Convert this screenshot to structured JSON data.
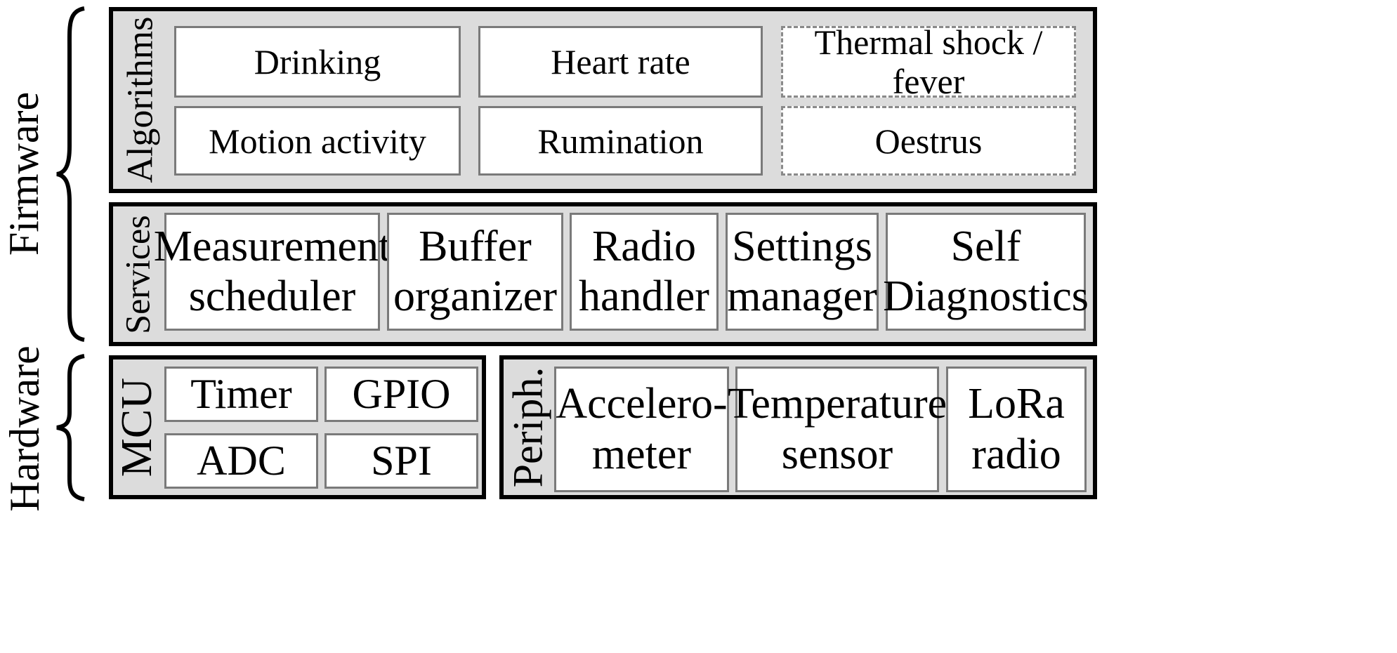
{
  "layers": {
    "firmware": "Firmware",
    "hardware": "Hardware"
  },
  "algorithms": {
    "label": "Algorithms",
    "items": [
      {
        "label": "Drinking",
        "style": "solid"
      },
      {
        "label": "Heart rate",
        "style": "solid"
      },
      {
        "label": "Thermal shock / fever",
        "style": "dashed"
      },
      {
        "label": "Motion activity",
        "style": "solid"
      },
      {
        "label": "Rumination",
        "style": "solid"
      },
      {
        "label": "Oestrus",
        "style": "dashed"
      }
    ]
  },
  "services": {
    "label": "Services",
    "items": [
      {
        "line1": "Measurement",
        "line2": "scheduler"
      },
      {
        "line1": "Buffer",
        "line2": "organizer"
      },
      {
        "line1": "Radio",
        "line2": "handler"
      },
      {
        "line1": "Settings",
        "line2": "manager"
      },
      {
        "line1": "Self",
        "line2": "Diagnostics"
      }
    ]
  },
  "mcu": {
    "label": "MCU",
    "items": [
      "Timer",
      "GPIO",
      "ADC",
      "SPI"
    ]
  },
  "peripherals": {
    "label": "Periph.",
    "items": [
      {
        "line1": "Accelero-",
        "line2": "meter"
      },
      {
        "line1": "Temperature",
        "line2": "sensor"
      },
      {
        "line1": "LoRa",
        "line2": "radio"
      }
    ]
  },
  "colors": {
    "panel_fill": "#dcdcdc",
    "panel_border": "#000000",
    "box_border": "#7a7a7a",
    "box_fill": "#ffffff"
  }
}
